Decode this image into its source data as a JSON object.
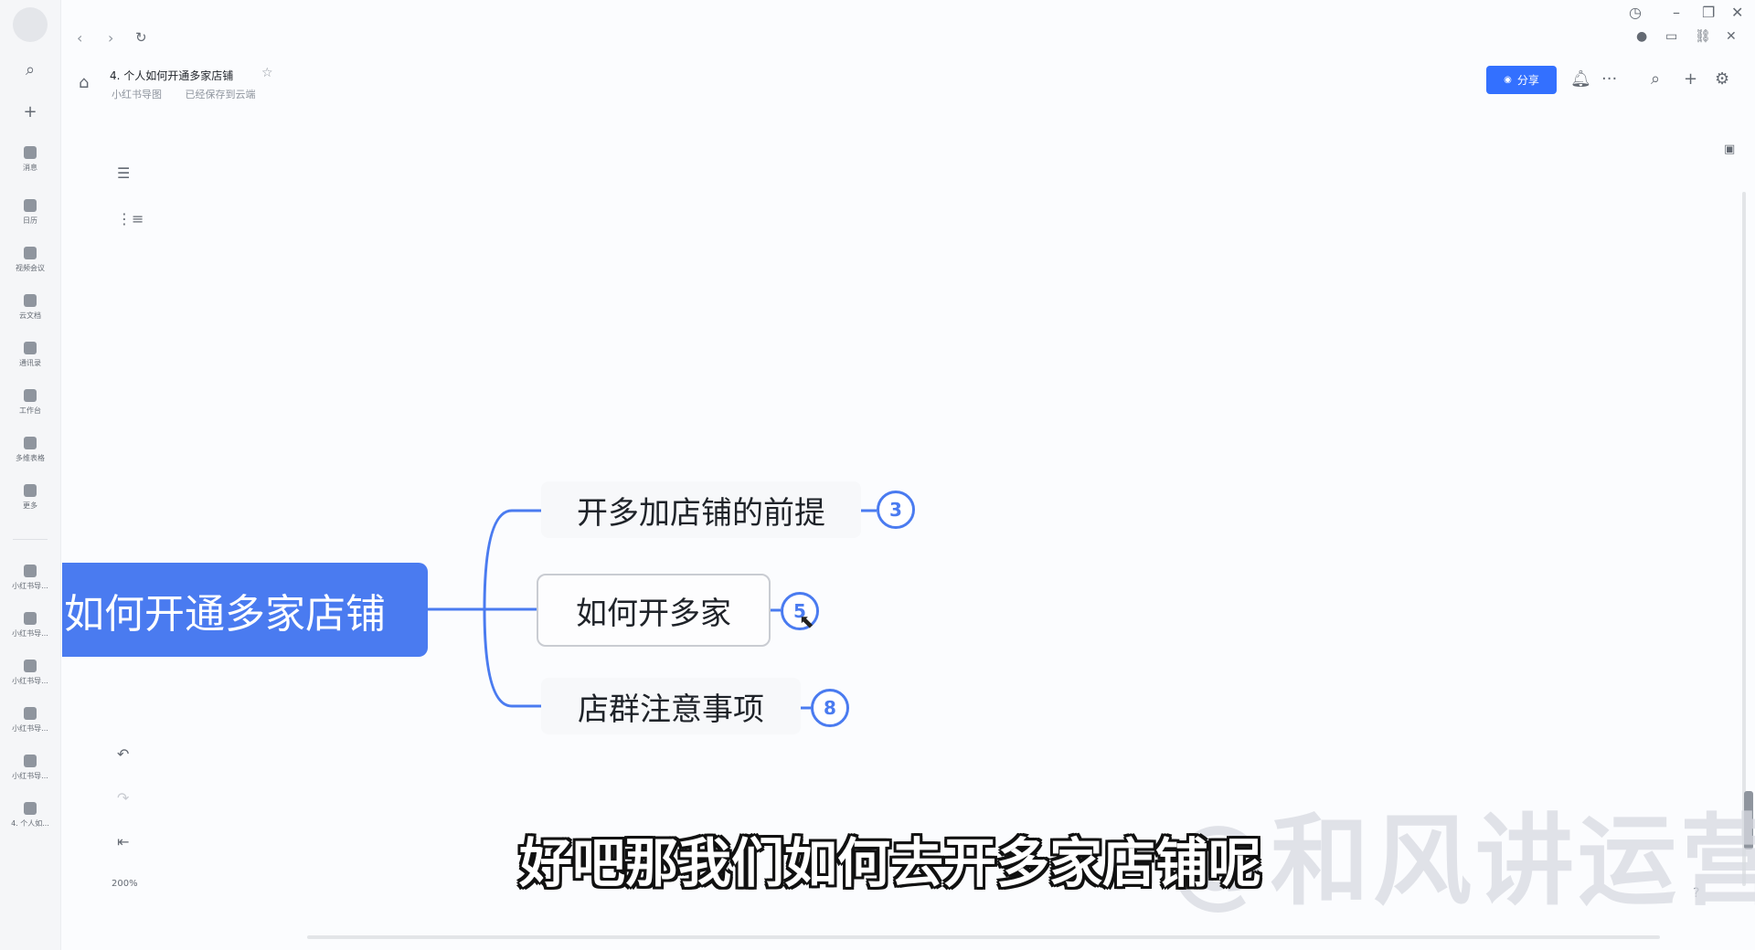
{
  "header": {
    "doc_title": "4. 个人如何开通多家店铺",
    "folder": "小红书导图",
    "save_status": "已经保存到云端",
    "share_label": "分享"
  },
  "rail": {
    "items": [
      {
        "label": "消息"
      },
      {
        "label": "日历"
      },
      {
        "label": "视频会议"
      },
      {
        "label": "云文档"
      },
      {
        "label": "通讯录"
      },
      {
        "label": "工作台"
      },
      {
        "label": "多维表格"
      },
      {
        "label": "更多"
      },
      {
        "label": "小红书导..."
      },
      {
        "label": "小红书导..."
      },
      {
        "label": "小红书导..."
      },
      {
        "label": "小红书导..."
      },
      {
        "label": "小红书导..."
      },
      {
        "label": "4. 个人如..."
      }
    ]
  },
  "canvas": {
    "zoom": "200%"
  },
  "mindmap": {
    "root": "如何开通多家店铺",
    "children": [
      {
        "label": "开多加店铺的前提",
        "count": "3"
      },
      {
        "label": "如何开多家",
        "count": "5"
      },
      {
        "label": "店群注意事项",
        "count": "8"
      }
    ]
  },
  "overlay": {
    "watermark": "@和风讲运营",
    "subtitle": "好吧那我们如何去开多家店铺呢"
  },
  "colors": {
    "accent": "#3370ff",
    "root_node": "#4a7bf0",
    "badge": "#4a7bf0"
  }
}
